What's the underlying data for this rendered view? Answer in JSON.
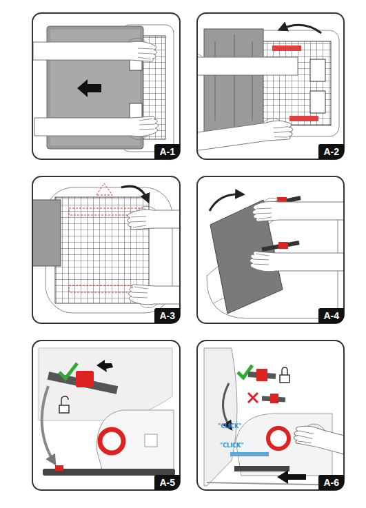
{
  "diagram": {
    "nodes": [
      {
        "text": [
          "A-1"
        ]
      },
      {
        "text": [
          "A-2"
        ]
      },
      {
        "text": [
          "A-3"
        ]
      },
      {
        "text": [
          "A-4"
        ]
      },
      {
        "text": [
          "A-5"
        ]
      },
      {
        "text": [
          "A-6"
        ]
      }
    ],
    "labels": [
      "\"CLICK\"",
      "\"CLICK\""
    ]
  }
}
